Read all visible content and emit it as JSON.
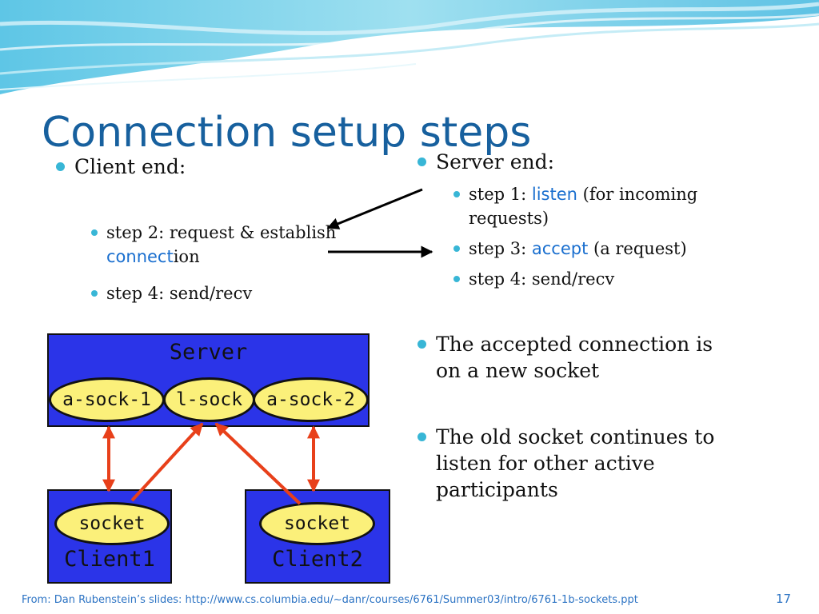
{
  "slide": {
    "title": "Connection setup steps",
    "page_number": "17",
    "footer": "From: Dan Rubenstein’s slides:  http://www.cs.columbia.edu/~danr/courses/6761/Summer03/intro/6761-1b-sockets.ppt"
  },
  "client": {
    "heading": "Client end:",
    "step2": {
      "prefix": "step 2: request & establish",
      "keyword": "connect",
      "suffix": "ion"
    },
    "step4": "step 4: send/recv"
  },
  "server": {
    "heading": "Server end:",
    "step1": {
      "prefix": "step 1: ",
      "keyword": "listen",
      "suffix": " (for incoming",
      "line2": "requests)"
    },
    "step3": {
      "prefix": "step 3: ",
      "keyword": "accept",
      "suffix": " (a request)"
    },
    "step4": "step 4: send/recv"
  },
  "notes": {
    "accepted": {
      "line1": "The accepted connection is",
      "line2": "on a new socket"
    },
    "old": {
      "line1": "The old socket continues to",
      "line2": "listen for other active",
      "line3": "participants"
    }
  },
  "diagram": {
    "server_label": "Server",
    "sockets": {
      "a1": "a-sock-1",
      "l": "l-sock",
      "a2": "a-sock-2"
    },
    "client1": {
      "label": "Client1",
      "socket": "socket"
    },
    "client2": {
      "label": "Client2",
      "socket": "socket"
    }
  },
  "colors": {
    "title": "#17609e",
    "keyword": "#1a6fcf",
    "box": "#2b34e8",
    "oval": "#fbf07a",
    "arrow": "#e8401a"
  }
}
